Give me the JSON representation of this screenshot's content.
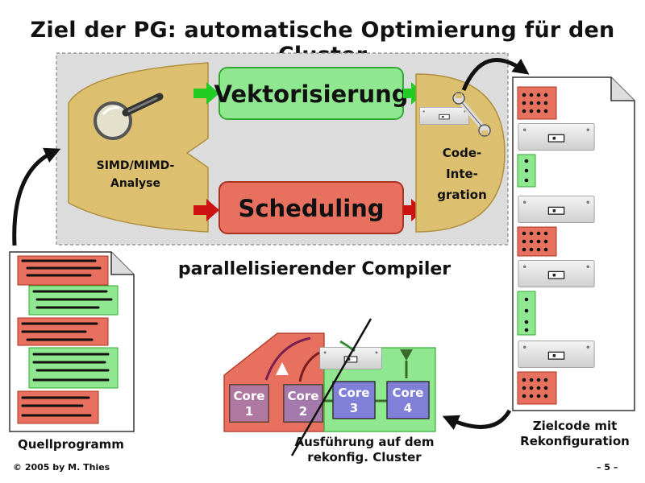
{
  "title": "Ziel der PG: automatische Optimierung für den Cluster",
  "compiler": {
    "label": "parallelisierender Compiler",
    "analysis": [
      "SIMD/MIMD-",
      "Analyse"
    ],
    "vectorization": "Vektorisierung",
    "scheduling": "Scheduling",
    "integration": [
      "Code-",
      "Inte-",
      "gration"
    ]
  },
  "source_label": "Quellprogramm",
  "target_label": [
    "Zielcode mit",
    "Rekonfiguration"
  ],
  "execution_label": [
    "Ausführung auf dem",
    "rekonfig. Cluster"
  ],
  "cores": [
    {
      "name": "Core",
      "number": "1"
    },
    {
      "name": "Core",
      "number": "2"
    },
    {
      "name": "Core",
      "number": "3"
    },
    {
      "name": "Core",
      "number": "4"
    }
  ],
  "footer": {
    "copyright": "© 2005 by M. Thies",
    "page": "– 5 –"
  },
  "icons": [
    "magnifier-icon",
    "wrench-icon",
    "drawer-icon",
    "document-icon"
  ],
  "colors": {
    "red_block": "#e8705f",
    "green_block": "#8fe88f",
    "core_blue": "#8080d8",
    "analysis_tan": "#dcc070"
  }
}
